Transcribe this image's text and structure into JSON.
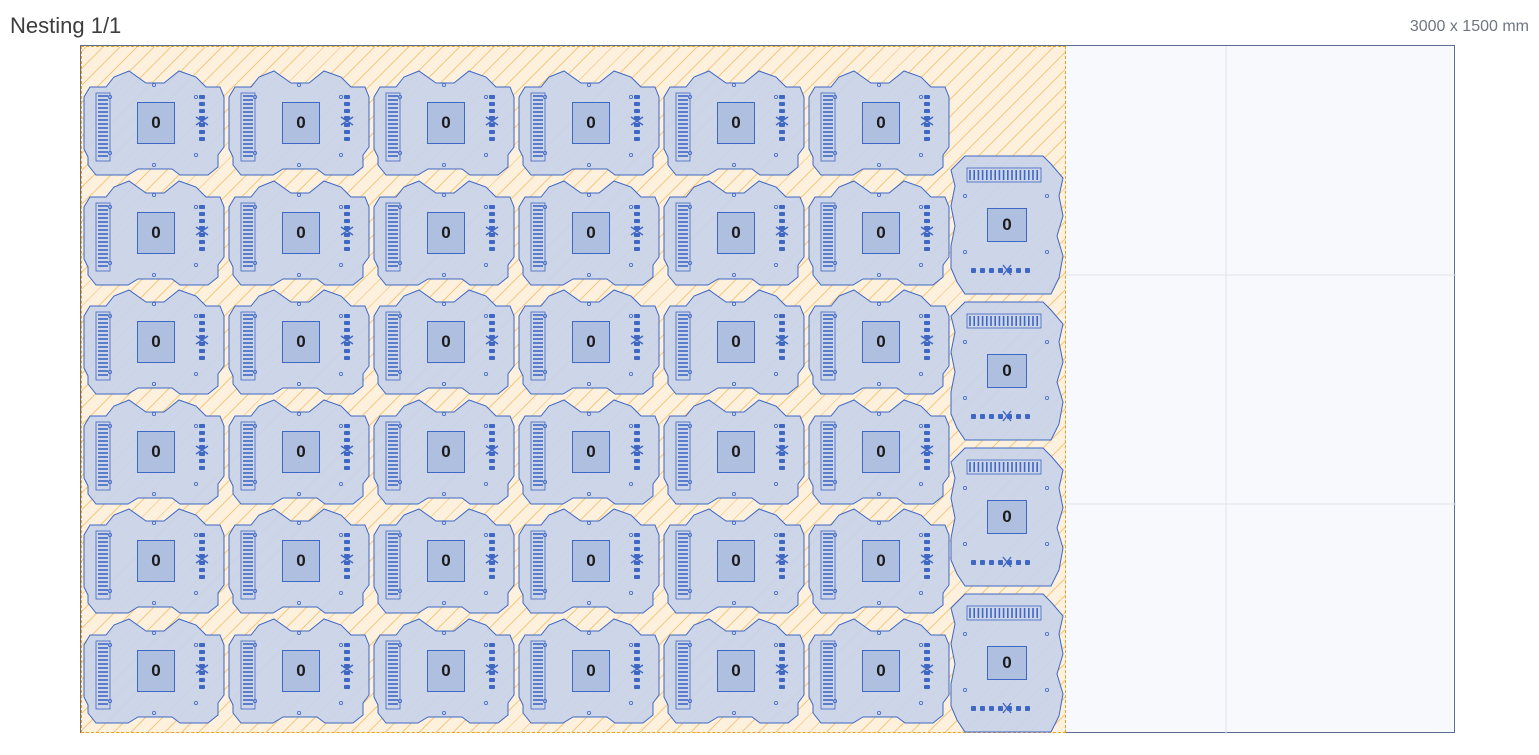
{
  "header": {
    "title": "Nesting 1/1",
    "sheet_dimensions": "3000 x 1500 mm"
  },
  "nest": {
    "grid_parts": {
      "rows": 6,
      "cols": 6,
      "quantity_label": "0"
    },
    "side_parts": {
      "count": 4,
      "quantity_label": "0"
    }
  },
  "colors": {
    "sheet_border": "#5b6e8e",
    "used_area_border": "#f0a020",
    "part_fill": "#c9d3e8",
    "part_stroke": "#3f67c4"
  },
  "icons": {
    "part_logo": "nexafab-logo-icon",
    "slot_pattern": "slot-pattern-icon"
  }
}
